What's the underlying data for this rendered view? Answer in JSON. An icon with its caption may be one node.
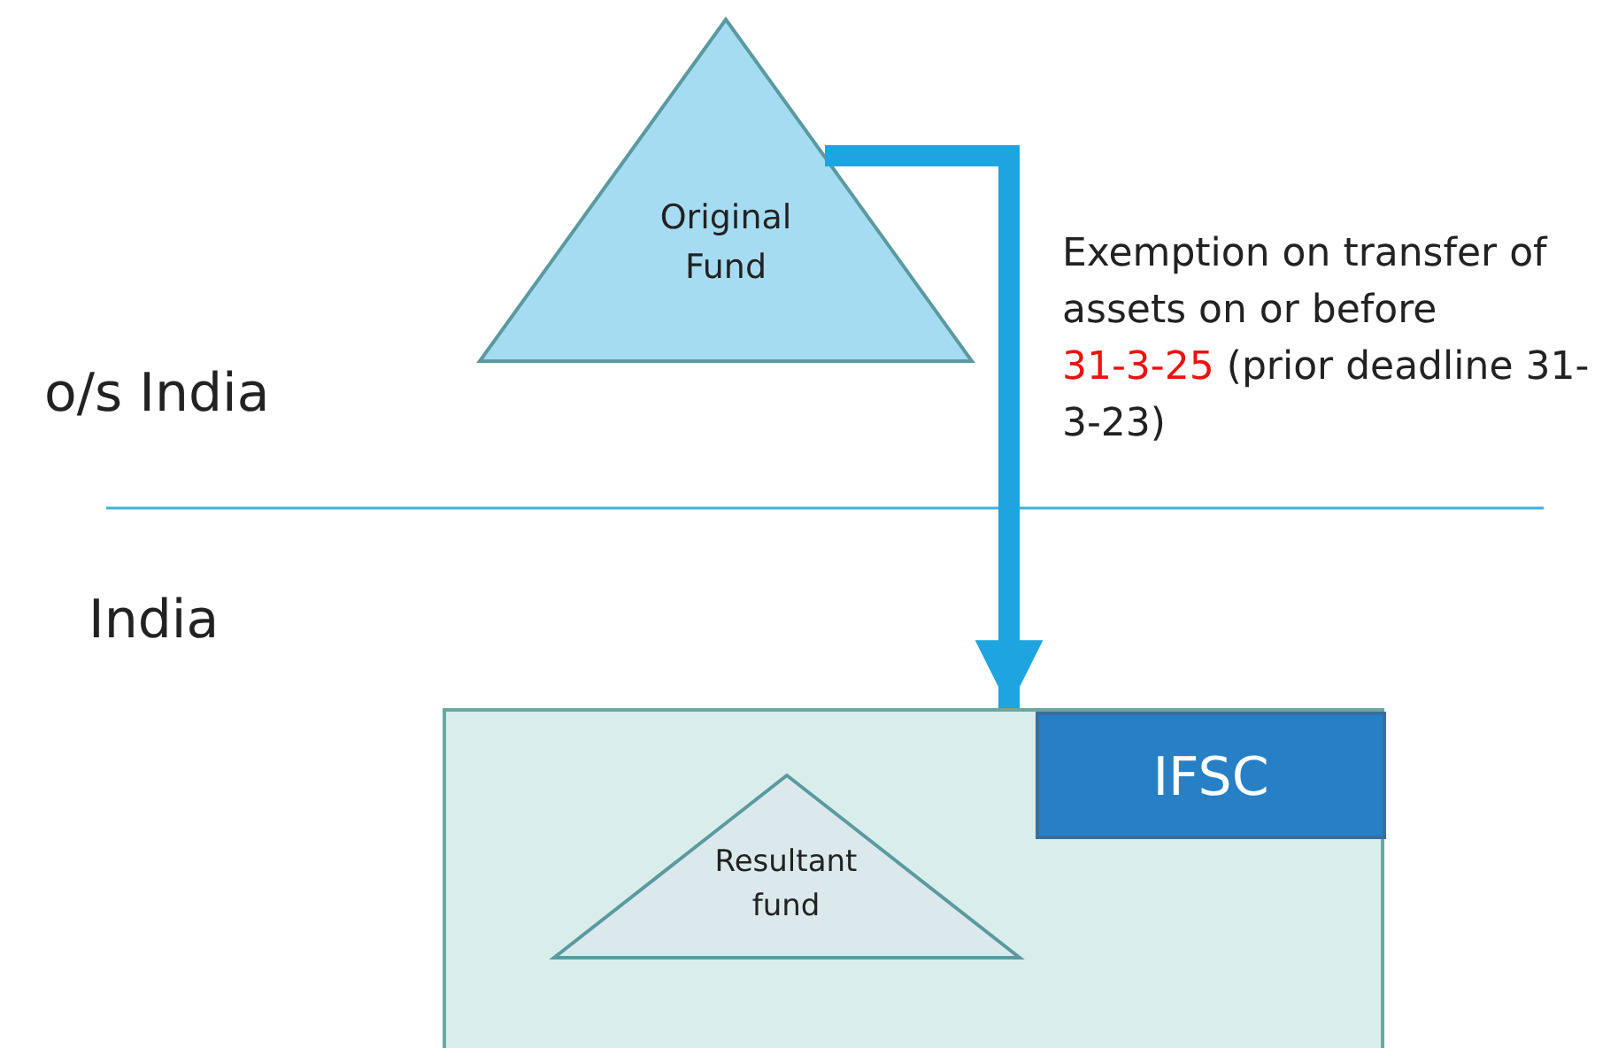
{
  "diagram": {
    "nodes": [
      {
        "text": [
          "Original Fund"
        ]
      },
      {
        "text": [],
        "shape": "box"
      },
      {
        "text": [
          "IFSC"
        ],
        "in": 1
      },
      {
        "text": [
          "Resultant fund"
        ],
        "in": 1
      }
    ],
    "edges": [
      {
        "from": 0,
        "to": 1,
        "arrow": "to",
        "color": "#1ea5e0"
      }
    ],
    "labels": [
      "o/s India",
      "India",
      "Exemption on transfer of assets on or before",
      "31-3-25",
      "(prior deadline 31-3-23)"
    ]
  }
}
